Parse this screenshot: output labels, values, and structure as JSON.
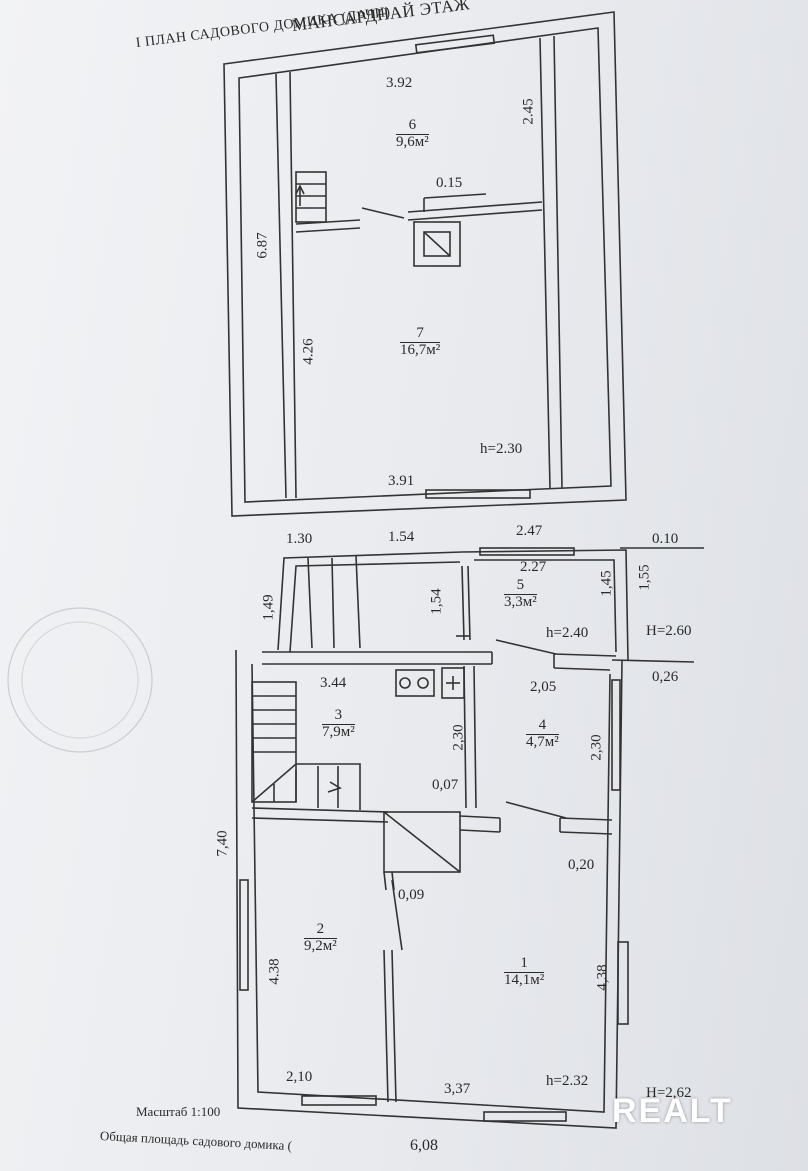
{
  "header": {
    "title": "I ПЛАН САДОВОГО ДОМИКА (ДАЧИ)",
    "subtitle": "МАНСАРДНАЙ ЭТАЖ"
  },
  "attic": {
    "dims": {
      "top": "3.92",
      "right_upper": "2.45",
      "left": "6.87",
      "inner_left": "4.26",
      "chimney": "0.15",
      "bottom": "3.91"
    },
    "room6": {
      "number": "6",
      "area": "9,6м²"
    },
    "room7": {
      "number": "7",
      "area": "16,7м²"
    },
    "height": "h=2.30"
  },
  "ground": {
    "dims": {
      "d130": "1.30",
      "d154": "1.54",
      "d247": "2.47",
      "d010": "0.10",
      "d149": "1,49",
      "d154v": "1,54",
      "d227": "2.27",
      "d145": "1,45",
      "d155": "1,55",
      "d344": "3.44",
      "d205": "2,05",
      "d026": "0,26",
      "d230a": "2,30",
      "d230b": "2,30",
      "d007": "0,07",
      "d020": "0,20",
      "d009": "0,09",
      "d740": "7,40",
      "d438a": "4.38",
      "d438b": "4,38",
      "d210": "2,10",
      "d337": "3,37",
      "d608": "6,08"
    },
    "heights": {
      "h240": "h=2.40",
      "H260": "H=2.60",
      "h232": "h=2.32",
      "H262": "H=2,62"
    },
    "room1": {
      "number": "1",
      "area": "14,1м²"
    },
    "room2": {
      "number": "2",
      "area": "9,2м²"
    },
    "room3": {
      "number": "3",
      "area": "7,9м²"
    },
    "room4": {
      "number": "4",
      "area": "4,7м²"
    },
    "room5": {
      "number": "5",
      "area": "3,3м²"
    }
  },
  "footer": {
    "scale": "Масштаб 1:100",
    "total": "Общая площадь садового домика ("
  },
  "brand": "REALT"
}
